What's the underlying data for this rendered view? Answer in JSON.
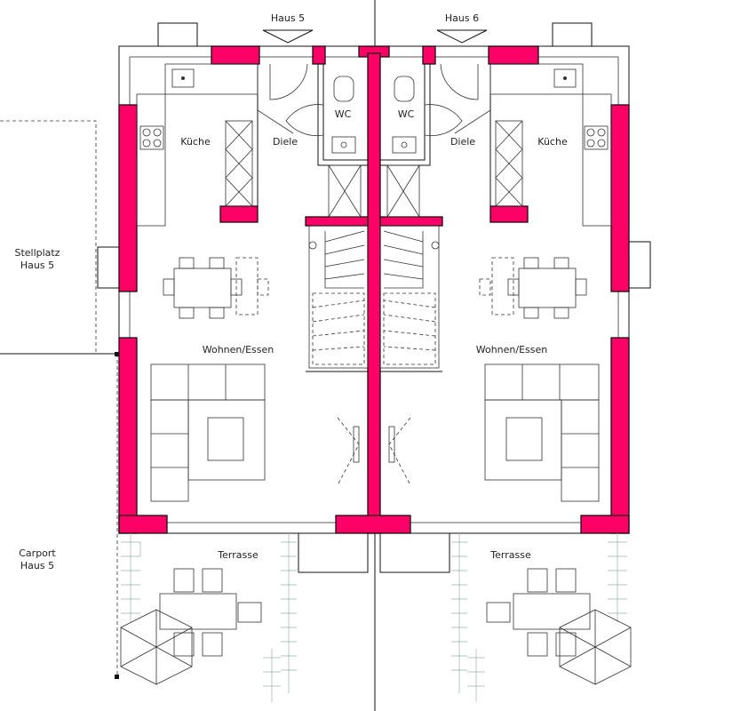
{
  "labels": {
    "house_left": "Haus 5",
    "house_right": "Haus 6",
    "parking_line1": "Stellplatz",
    "parking_line2": "Haus 5",
    "carport_line1": "Carport",
    "carport_line2": "Haus 5",
    "kitchen": "Küche",
    "hall": "Diele",
    "wc": "WC",
    "living": "Wohnen/Essen",
    "terrace": "Terrasse"
  },
  "colors": {
    "wall_fill": "#ff0066",
    "line": "#111111",
    "paving": "#9bb3a6"
  }
}
